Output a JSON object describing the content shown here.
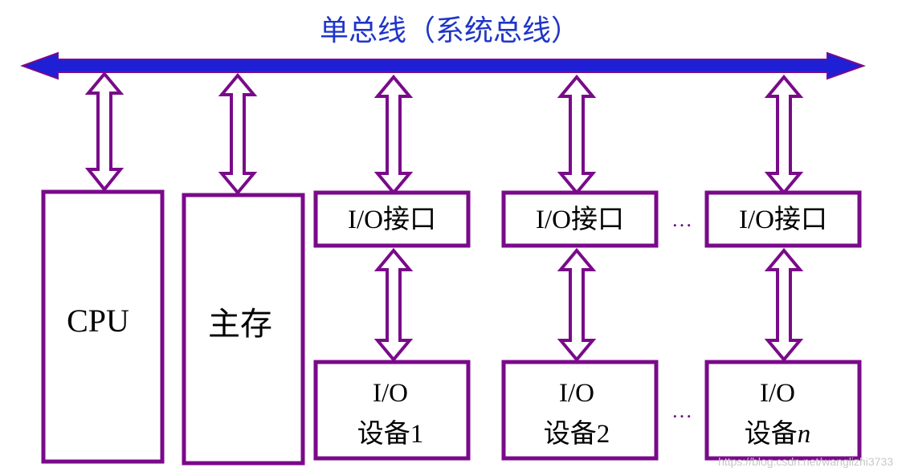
{
  "bus": {
    "title": "单总线（系统总线）"
  },
  "cpu": {
    "label": "CPU"
  },
  "memory": {
    "label": "主存"
  },
  "interfaces": [
    {
      "label": "I/O接口"
    },
    {
      "label": "I/O接口"
    },
    {
      "label": "I/O接口"
    }
  ],
  "devices": [
    {
      "line1": "I/O",
      "line2": "设备1"
    },
    {
      "line1": "I/O",
      "line2": "设备2"
    },
    {
      "line1": "I/O",
      "line2": "设备",
      "line2_italic": "n"
    }
  ],
  "ellipsis": "…",
  "watermark": "https://blog.csdn.net/wanglizhi3733",
  "colors": {
    "bus_fill": "#1f1fd6",
    "bus_outline": "#7a0a8a",
    "box_border": "#7a0a8a",
    "arrow": "#7a0a8a",
    "title": "#1f35c8"
  }
}
